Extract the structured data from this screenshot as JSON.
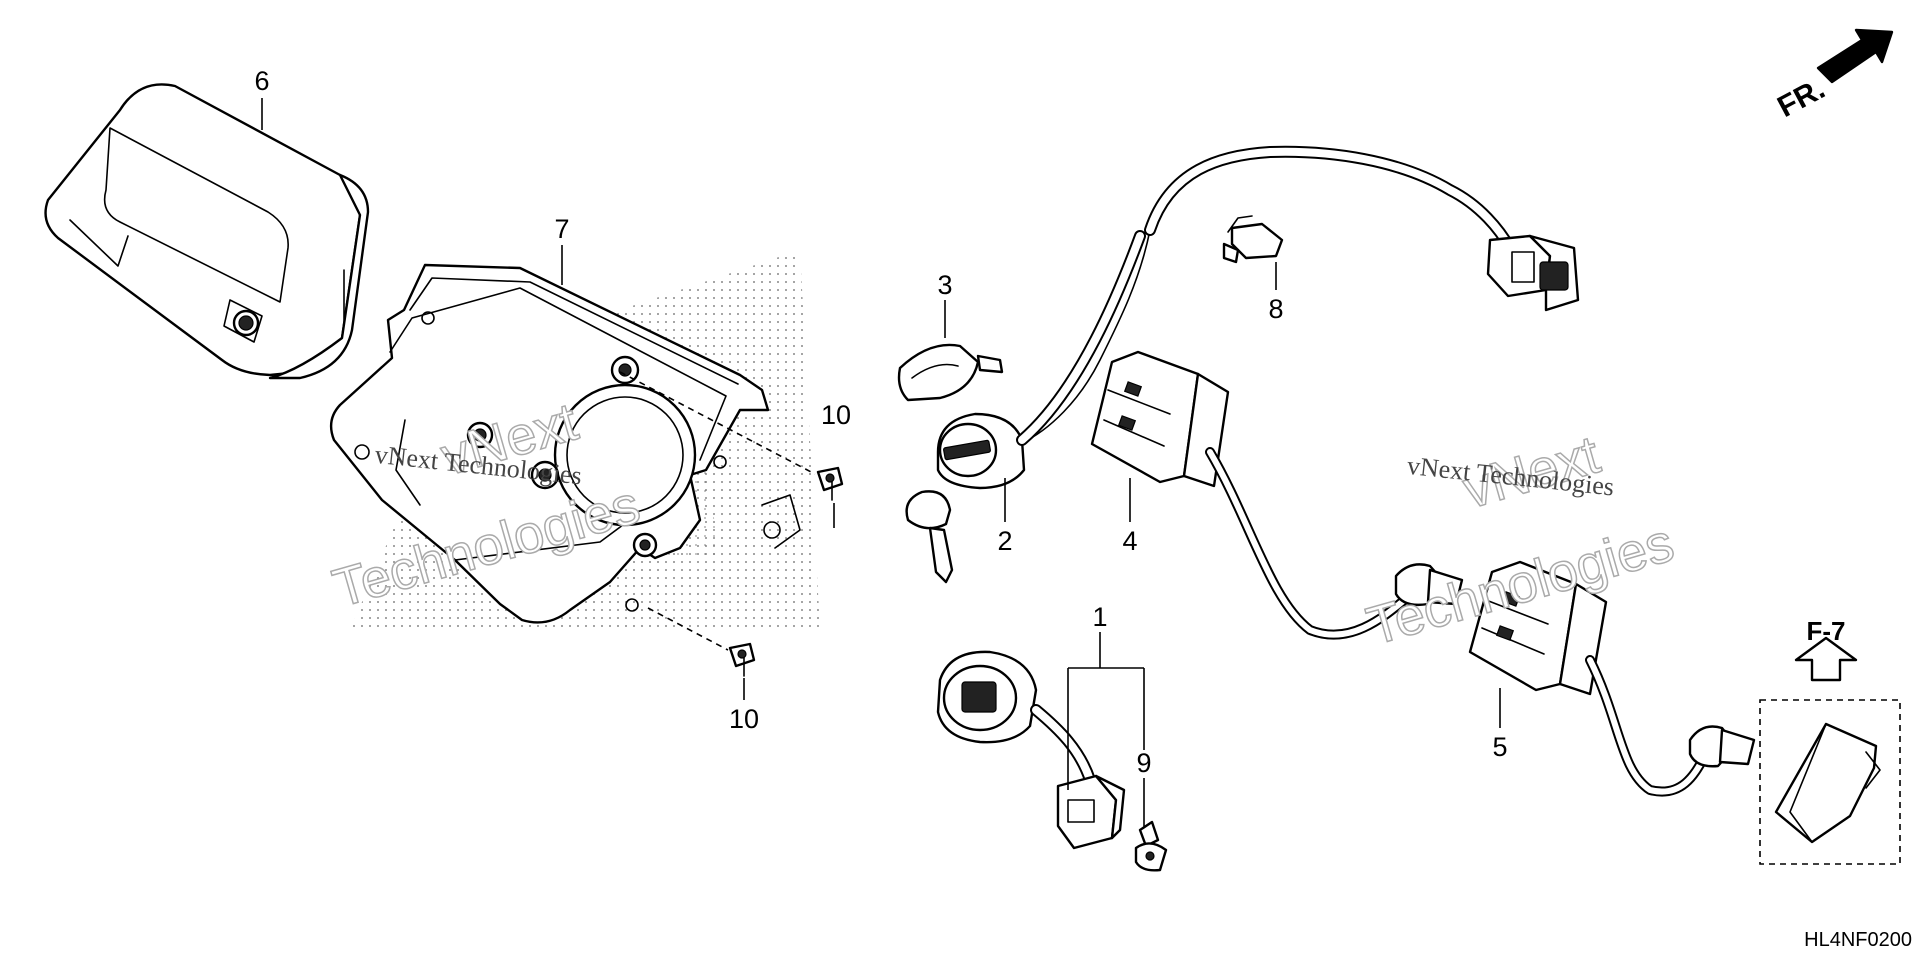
{
  "diagram": {
    "direction_label": "FR.",
    "reference_label": "F-7",
    "drawing_code": "HL4NF0200",
    "watermark": {
      "line1": "vNext",
      "line2": "Technologies",
      "line3": "vNext Technologies"
    },
    "callouts": {
      "c1": "1",
      "c2": "2",
      "c3": "3",
      "c4": "4",
      "c5": "5",
      "c6": "6",
      "c7": "7",
      "c8": "8",
      "c9": "9",
      "c10a": "10",
      "c10b": "10"
    },
    "parts": [
      {
        "callout": "1",
        "icon": "socket-harness-icon"
      },
      {
        "callout": "2",
        "icon": "ignition-switch-icon"
      },
      {
        "callout": "3",
        "icon": "key-cap-icon"
      },
      {
        "callout": "4",
        "icon": "relay-box-icon"
      },
      {
        "callout": "5",
        "icon": "relay-box-icon"
      },
      {
        "callout": "6",
        "icon": "meter-cover-icon"
      },
      {
        "callout": "7",
        "icon": "meter-bracket-icon"
      },
      {
        "callout": "8",
        "icon": "clip-icon"
      },
      {
        "callout": "9",
        "icon": "clip-icon"
      },
      {
        "callout": "10",
        "icon": "screw-icon"
      }
    ]
  }
}
